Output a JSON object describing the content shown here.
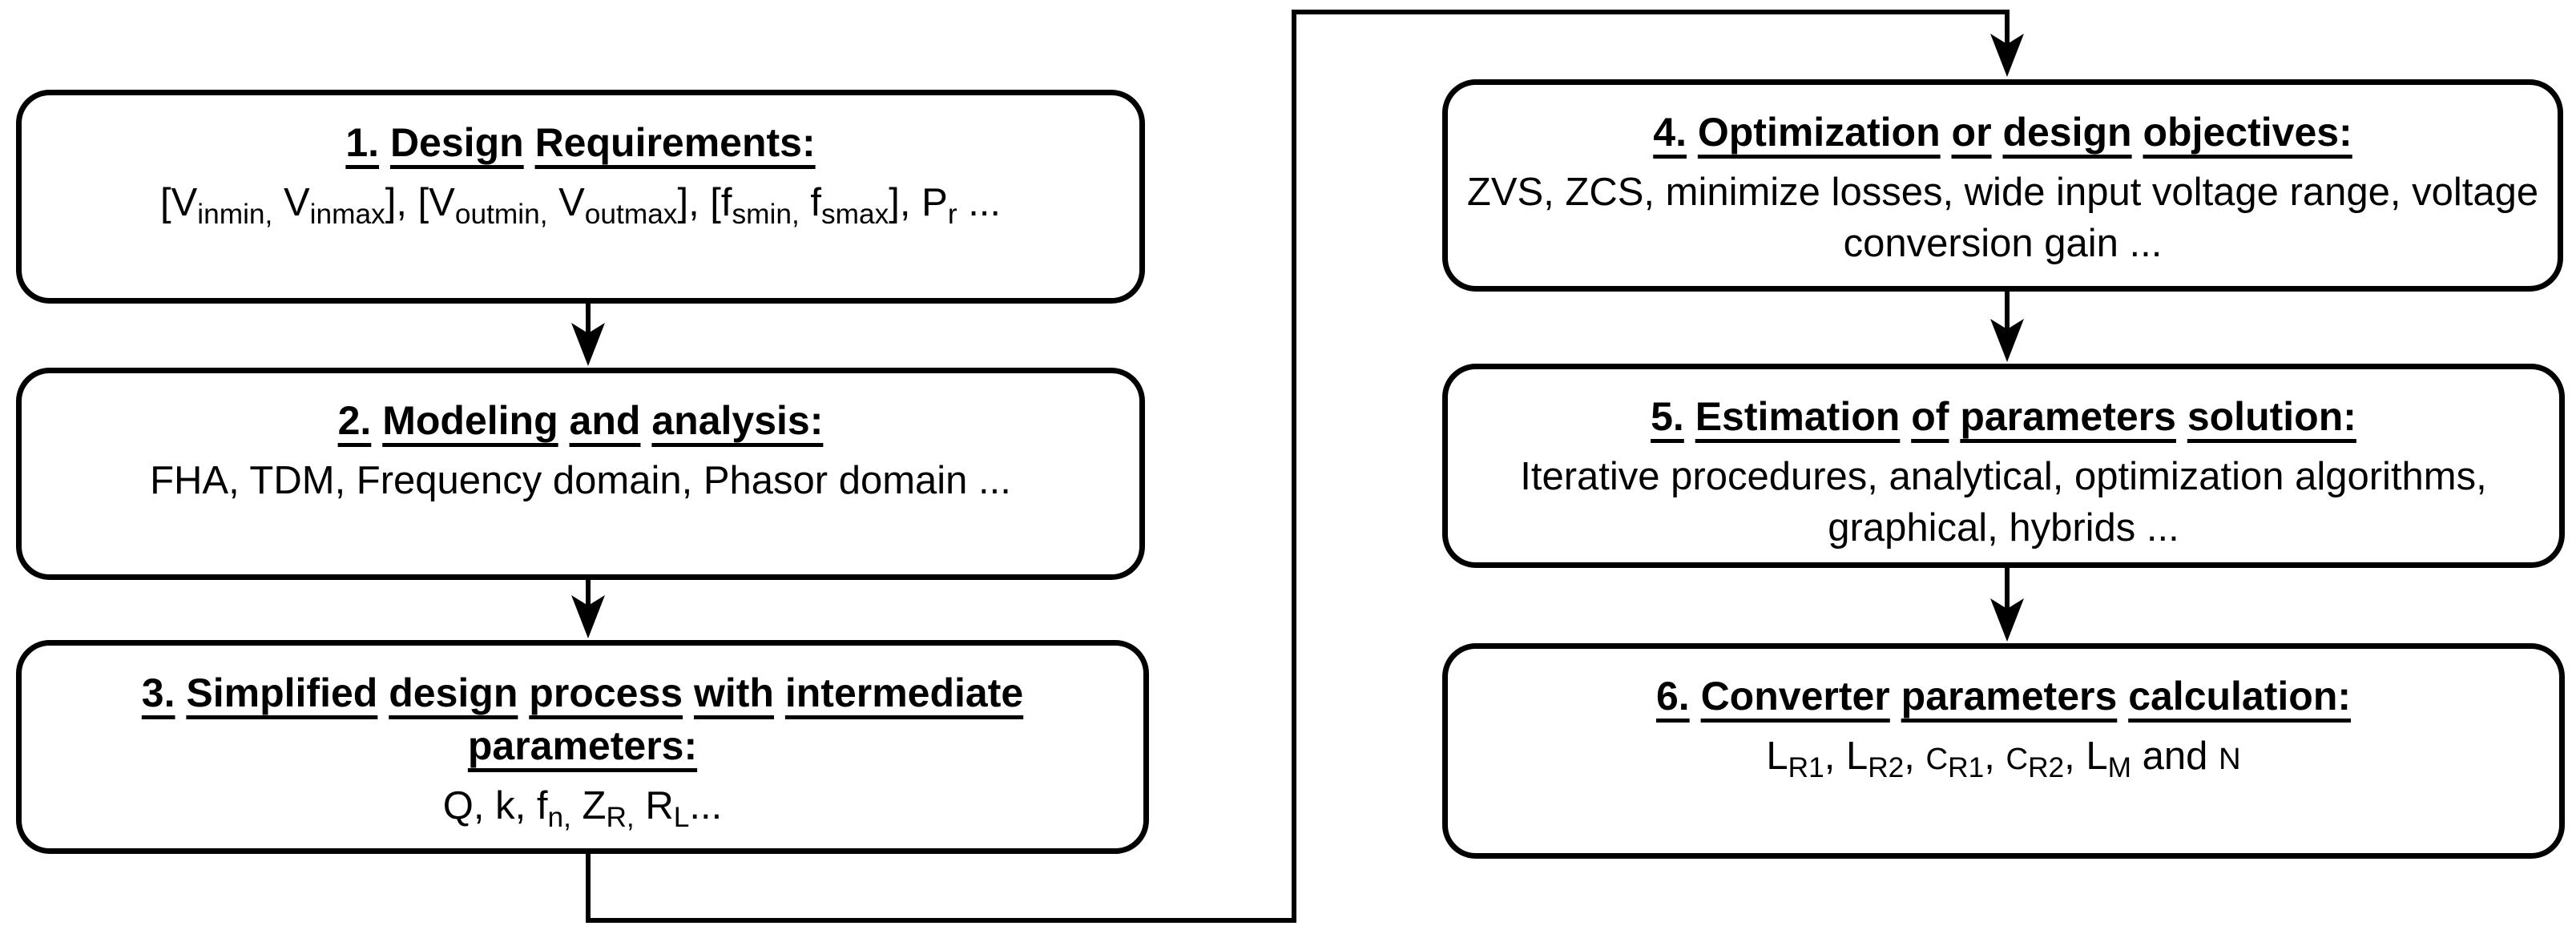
{
  "diagram": {
    "background_color": "#ffffff",
    "line_color": "#000000",
    "boxes": [
      {
        "step": "1",
        "title": "1. Design Requirements:",
        "body": [
          {
            "t": "[V"
          },
          {
            "sub": "inmin,"
          },
          {
            "t": " V"
          },
          {
            "sub": "inmax"
          },
          {
            "t": "], [V"
          },
          {
            "sub": "outmin,"
          },
          {
            "t": " V"
          },
          {
            "sub": "outmax"
          },
          {
            "t": "], [f"
          },
          {
            "sub": "smin,"
          },
          {
            "t": " f"
          },
          {
            "sub": "smax"
          },
          {
            "t": "], P"
          },
          {
            "sub": "r"
          },
          {
            "t": " ..."
          }
        ]
      },
      {
        "step": "2",
        "title": "2. Modeling and analysis:",
        "body": [
          {
            "t": "FHA, TDM, Frequency domain, Phasor domain ..."
          }
        ]
      },
      {
        "step": "3",
        "title": "3. Simplified design process with intermediate parameters:",
        "body": [
          {
            "t": "Q, k, f"
          },
          {
            "sub": "n,"
          },
          {
            "t": " Z"
          },
          {
            "sub": "R,"
          },
          {
            "t": " R"
          },
          {
            "sub": "L"
          },
          {
            "t": "..."
          }
        ]
      },
      {
        "step": "4",
        "title": "4. Optimization or design objectives:",
        "body": [
          {
            "t": "ZVS, ZCS, minimize losses, wide input voltage range, voltage"
          },
          {
            "br": true
          },
          {
            "t": "conversion gain ..."
          }
        ]
      },
      {
        "step": "5",
        "title": "5. Estimation of parameters solution:",
        "body": [
          {
            "t": "Iterative procedures, analytical, optimization algorithms,"
          },
          {
            "br": true
          },
          {
            "t": "graphical, hybrids ..."
          }
        ]
      },
      {
        "step": "6",
        "title": "6. Converter parameters calculation:",
        "body": [
          {
            "t": "L"
          },
          {
            "sub": "R1"
          },
          {
            "t": ", L"
          },
          {
            "sub": "R2"
          },
          {
            "t": ", "
          },
          {
            "sc": "C"
          },
          {
            "sub": "R1"
          },
          {
            "t": ", "
          },
          {
            "sc": "C"
          },
          {
            "sub": "R2"
          },
          {
            "t": ", L"
          },
          {
            "sub": "M"
          },
          {
            "t": " and "
          },
          {
            "sc": "N"
          }
        ]
      }
    ],
    "connections": [
      {
        "from": "1",
        "to": "2",
        "type": "straight-arrow"
      },
      {
        "from": "2",
        "to": "3",
        "type": "straight-arrow"
      },
      {
        "from": "3",
        "to": "4",
        "type": "elbow-arrow"
      },
      {
        "from": "4",
        "to": "5",
        "type": "straight-arrow"
      },
      {
        "from": "5",
        "to": "6",
        "type": "straight-arrow"
      }
    ]
  }
}
